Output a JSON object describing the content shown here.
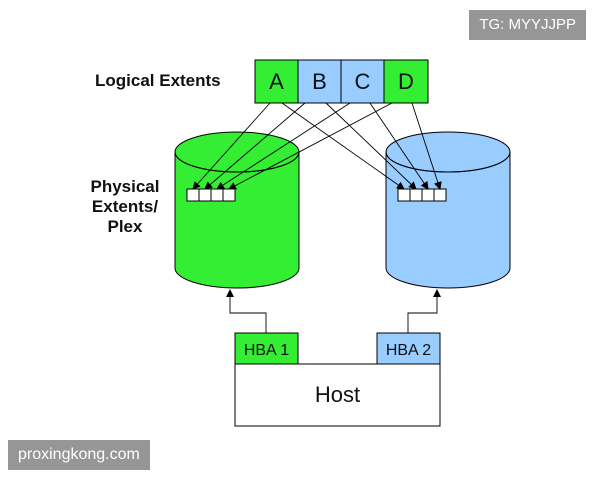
{
  "logical_extents": {
    "label": "Logical Extents",
    "cells": [
      {
        "letter": "A",
        "color": "#33ee33"
      },
      {
        "letter": "B",
        "color": "#99ccff"
      },
      {
        "letter": "C",
        "color": "#99ccff"
      },
      {
        "letter": "D",
        "color": "#33ee33"
      }
    ]
  },
  "physical_label": [
    "Physical",
    "Extents/",
    "Plex"
  ],
  "disks": {
    "left_color": "#33ee33",
    "right_color": "#99ccff"
  },
  "host": {
    "label": "Host",
    "hba1": {
      "label": "HBA 1",
      "color": "#33ee33"
    },
    "hba2": {
      "label": "HBA 2",
      "color": "#99ccff"
    }
  },
  "watermarks": {
    "top_right": "TG: MYYJJPP",
    "bottom_left": "proxingkong.com"
  }
}
